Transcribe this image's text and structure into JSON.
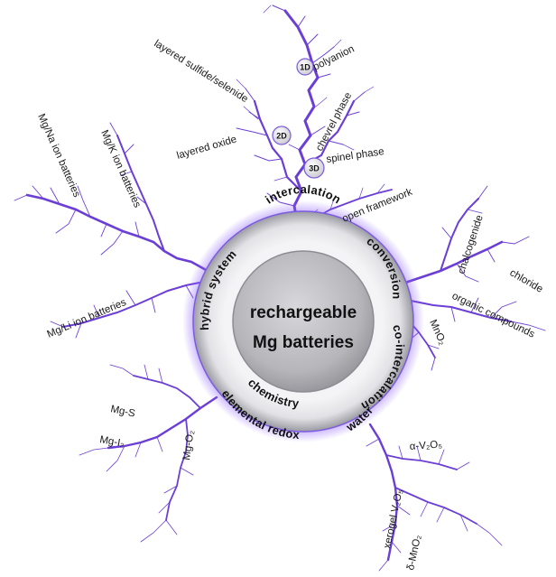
{
  "center": {
    "line1": "rechargeable",
    "line2": "Mg batteries"
  },
  "ring": {
    "intercalation": "intercalation",
    "conversion": "conversion",
    "co_intercalation": "co-intercalation",
    "water": "water",
    "elemental_redox": "elemental redox",
    "chemistry": "chemistry",
    "hybrid_system": "hybrid system"
  },
  "nodes": {
    "one_d": "1D",
    "two_d": "2D",
    "three_d": "3D"
  },
  "labels": {
    "polyanion": "polyanion",
    "layered_sulfide_selenide": "layered sulfide/selenide",
    "chevrel_phase": "chevrel phase",
    "layered_oxide": "layered oxide",
    "spinel_phase": "spinel phase",
    "open_framework": "open framework",
    "mg_na": "Mg/Na ion batteries",
    "mg_k": "Mg/K ion batteries",
    "mg_li": "Mg/Li ion batteries",
    "chalcogenide": "chalcogenide",
    "chloride": "chloride",
    "organic_compounds": "organic compounds",
    "mno2": "MnO₂",
    "alpha_v2o5": "α-V₂O₅",
    "xerogel_v2o5": "xerogel V₂O₅",
    "delta_mno2": "δ-MnO₂",
    "mg_s": "Mg-S",
    "mg_i2": "Mg-I₂",
    "mg_o2": "Mg-O₂"
  },
  "colors": {
    "branch": "#6b3fd6",
    "glow": "#8a5cff",
    "ring": "#d9d9dc",
    "core": "#b9b9bd"
  }
}
